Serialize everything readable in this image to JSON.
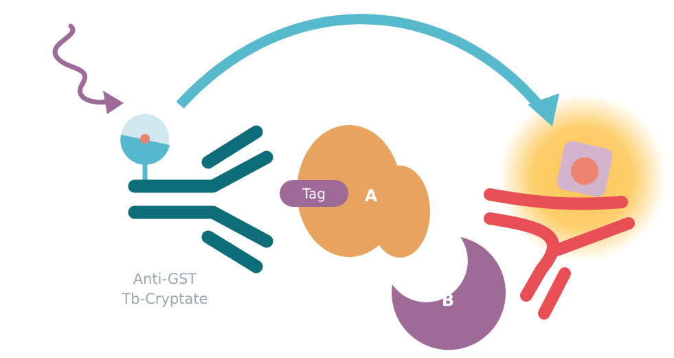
{
  "labels": {
    "tag": "Tag",
    "protein_a": "A",
    "protein_b": "B",
    "donor_caption_line1": "Anti-GST",
    "donor_caption_line2": "Tb-Cryptate"
  },
  "colors": {
    "teal_antibody": "#0d6e7a",
    "cryptate_light": "#cfe8ee",
    "cryptate_blue": "#55b8cc",
    "cryptate_core": "#e9836e",
    "excitation_purple": "#9e6a98",
    "energy_arrow": "#56b9cc",
    "protein_a": "#e8a45f",
    "tag": "#9e6a98",
    "protein_b": "#9e6a98",
    "acceptor_antibody": "#e84f55",
    "acceptor_glow": "#fdc653",
    "acceptor_box": "#d4b4cc",
    "acceptor_core": "#ec846f",
    "caption_text": "#9aa8ad"
  }
}
